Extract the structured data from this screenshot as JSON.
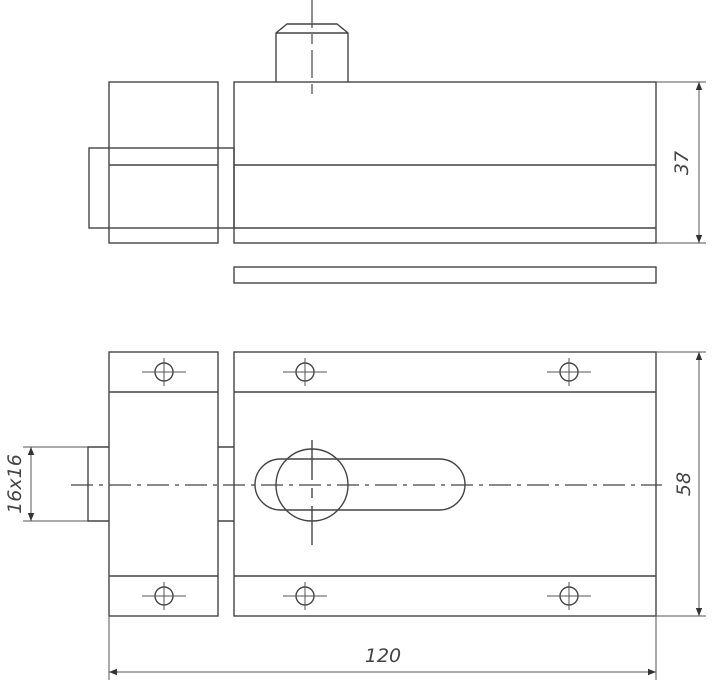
{
  "drawing": {
    "dimensions": {
      "height_top_view": "37",
      "height_front_view": "58",
      "bolt_section": "16x16",
      "overall_length": "120"
    },
    "line_color": "#444444"
  }
}
